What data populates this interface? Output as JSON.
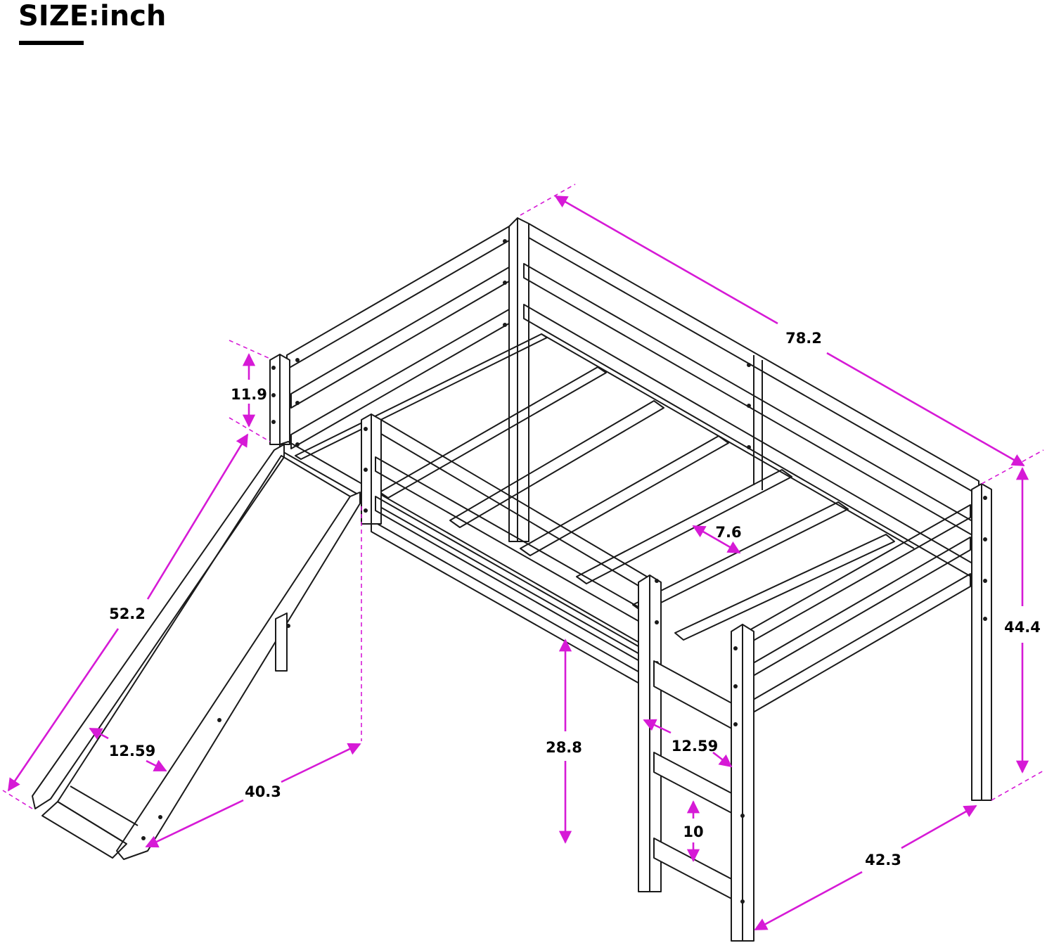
{
  "title": "SIZE:inch",
  "colors": {
    "dimension": "#d61ad6",
    "line": "#1a1a1a",
    "background": "#ffffff"
  },
  "dimensions": {
    "length": "78.2",
    "height": "44.4",
    "width": "42.3",
    "guardrail": "11.9",
    "slide_length": "52.2",
    "slide_width": "12.59",
    "slide_reach": "40.3",
    "underbed": "28.8",
    "ladder_width": "12.59",
    "ladder_step": "10",
    "slat_spacing": "7.6"
  }
}
